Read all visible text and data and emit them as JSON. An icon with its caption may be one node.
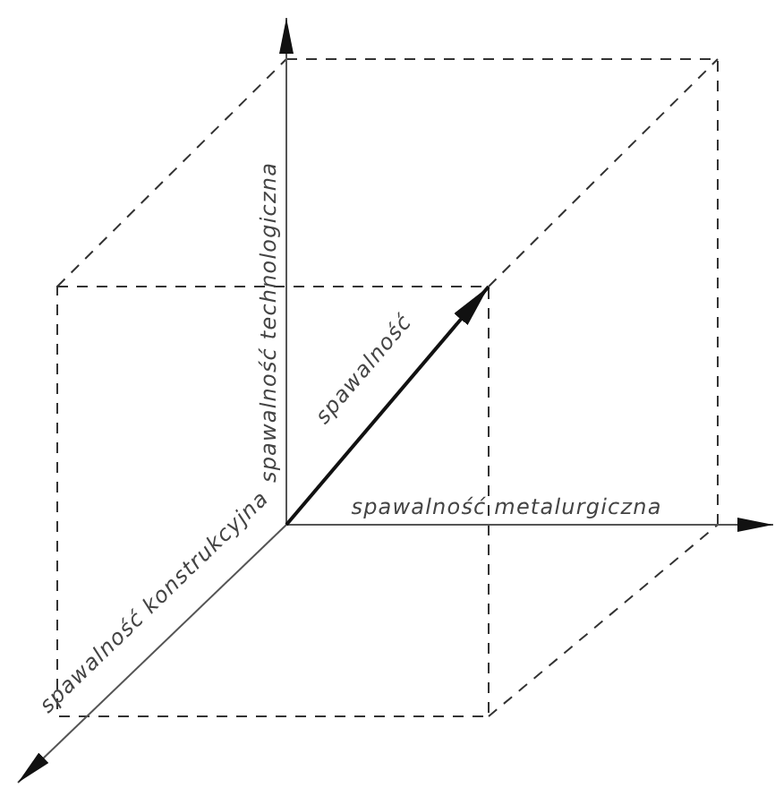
{
  "diagram": {
    "labels": [
      "spawalność technologiczna",
      "spawalność",
      "spawalność metalurgiczna",
      "spawalność konstrukcyjna"
    ]
  }
}
